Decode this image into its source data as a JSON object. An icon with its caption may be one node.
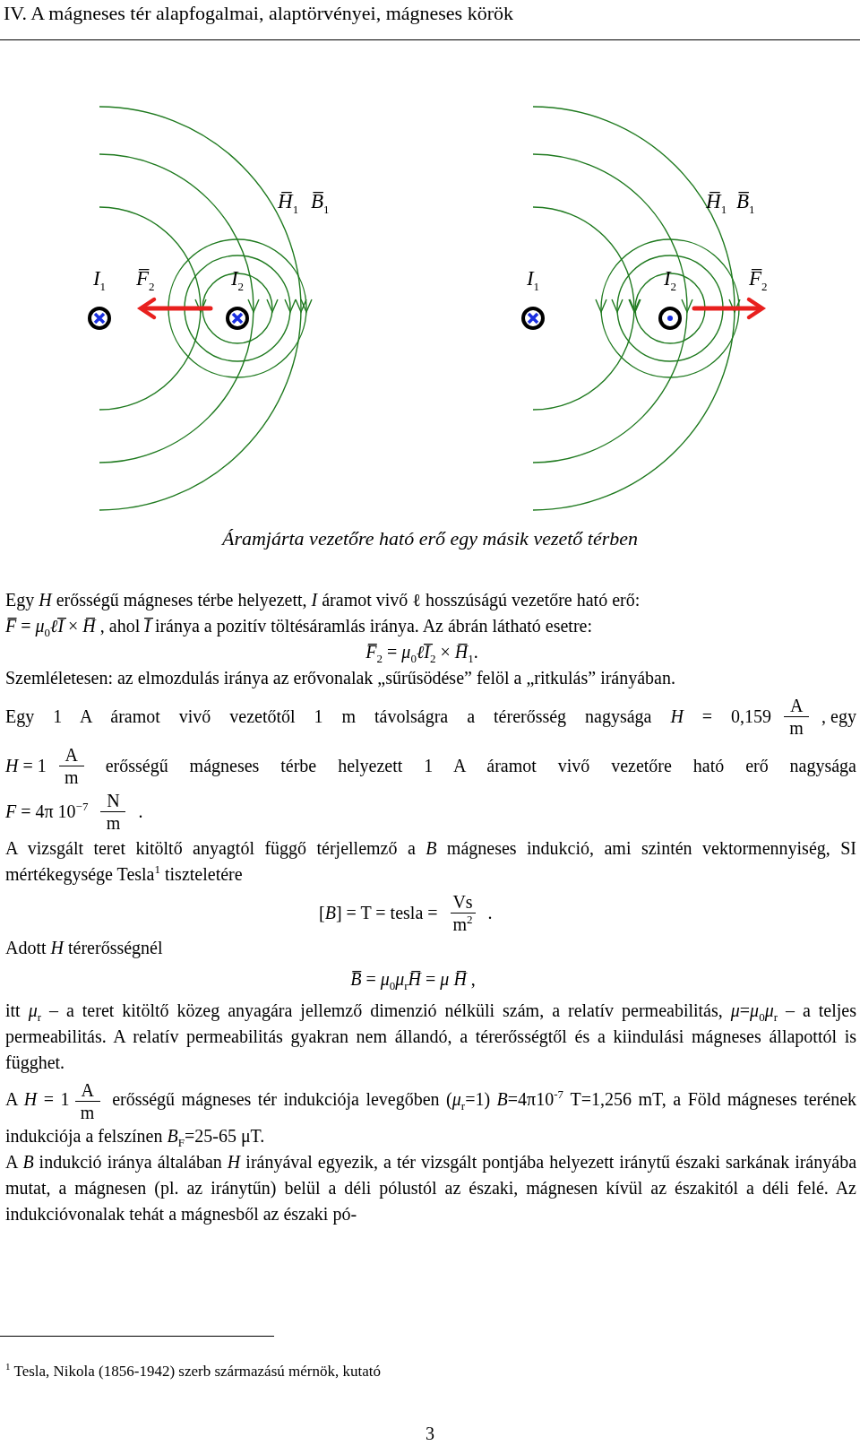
{
  "diagram": {
    "title": "IV. A mágneses tér alapfogalmai, alaptörvényei, mágneses körök",
    "caption": "Áramjárta vezetőre ható erő egy másik vezető térben",
    "nodes": [
      {
        "text": [
          "*I*$_{1}$"
        ]
      },
      {
        "text": [
          "*I*$_{2}$"
        ]
      },
      {
        "text": [
          "*I*$_{1}$"
        ]
      },
      {
        "text": [
          "*I*$_{2}$"
        ]
      }
    ],
    "labels": [
      "*H̅*$_{1}$",
      "*B̅*$_{1}$",
      "*H̅*$_{1}$",
      "*B̅*$_{1}$",
      "*F̅*$_{2}$",
      "*F̅*$_{2}$",
      "Egy *H* erősségű mágneses térbe helyezett, *I* áramot vivő ℓ hosszúságú vezetőre ható erő:",
      "*F̅* = *μ*$_{0}$*ℓI̅* × *H̅* , ahol *I̅* iránya a pozitív töltésáramlás iránya. Az ábrán látható esetre:",
      "*F̅*$_{2}$ = *μ*$_{0}$*ℓI̅*$_{2}$ × *H̅*$_{1}$.",
      "Szemléletesen: az elmozdulás iránya az erővonalak „sűrűsödése” felöl a „ritkulás” irányában.",
      "Egy 1 A áramot vivő vezetőtől 1 m távolságra a térerősség nagysága *H* = 0,159",
      "A",
      "m",
      ", egy",
      "*H* = 1",
      "A",
      "m",
      "erősségű mágneses térbe helyezett 1 A áramot vivő vezetőre ható erő nagysága",
      "*F* = 4π 10$^{−7}$",
      "N",
      "m",
      ".",
      "A vizsgált teret kitöltő anyagtól függő térjellemző a *B* mágneses indukció, ami szintén vektormennyiség, SI mértékegysége Tesla$^{1}$ tiszteletére",
      "[*B*] = T = tesla =",
      "Vs",
      "m$^{2}$",
      ".",
      "Adott *H* térerősségnél",
      "*B̅* = *μ*$_{0}$*μ*$_{r}$*H̅* = *μ* *H̅* ,",
      "itt *μ*$_{r}$ – a teret kitöltő közeg anyagára jellemző dimenzió nélküli szám, a relatív permeabilitás, *μ*=*μ*$_{0}$*μ*$_{r}$ – a teljes permeabilitás. A relatív permeabilitás gyakran nem állandó, a térerősségtől és a kiindulási mágneses állapottól is függhet.",
      "A",
      "*H* = 1",
      "A",
      "m",
      "erősségű mágneses tér indukciója levegőben (*μ*$_{r}$=1) *B*=4π10$^{-7}$ T=1,256 mT, a Föld mágneses terének indukciója a felszínen *B*$_{F}$=25-65 μT.",
      "A *B* indukció iránya általában *H* irányával egyezik, a tér vizsgált pontjába helyezett iránytű északi sarkának irányába mutat, a mágnesen (pl. az iránytűn) belül a déli pólustól az északi, mágnesen kívül az északitól a déli felé. Az indukcióvonalak tehát a mágnesből az északi pó-",
      "$^{1}$ Tesla, Nikola (1856-1942) szerb származású mérnök, kutató",
      "3"
    ]
  }
}
